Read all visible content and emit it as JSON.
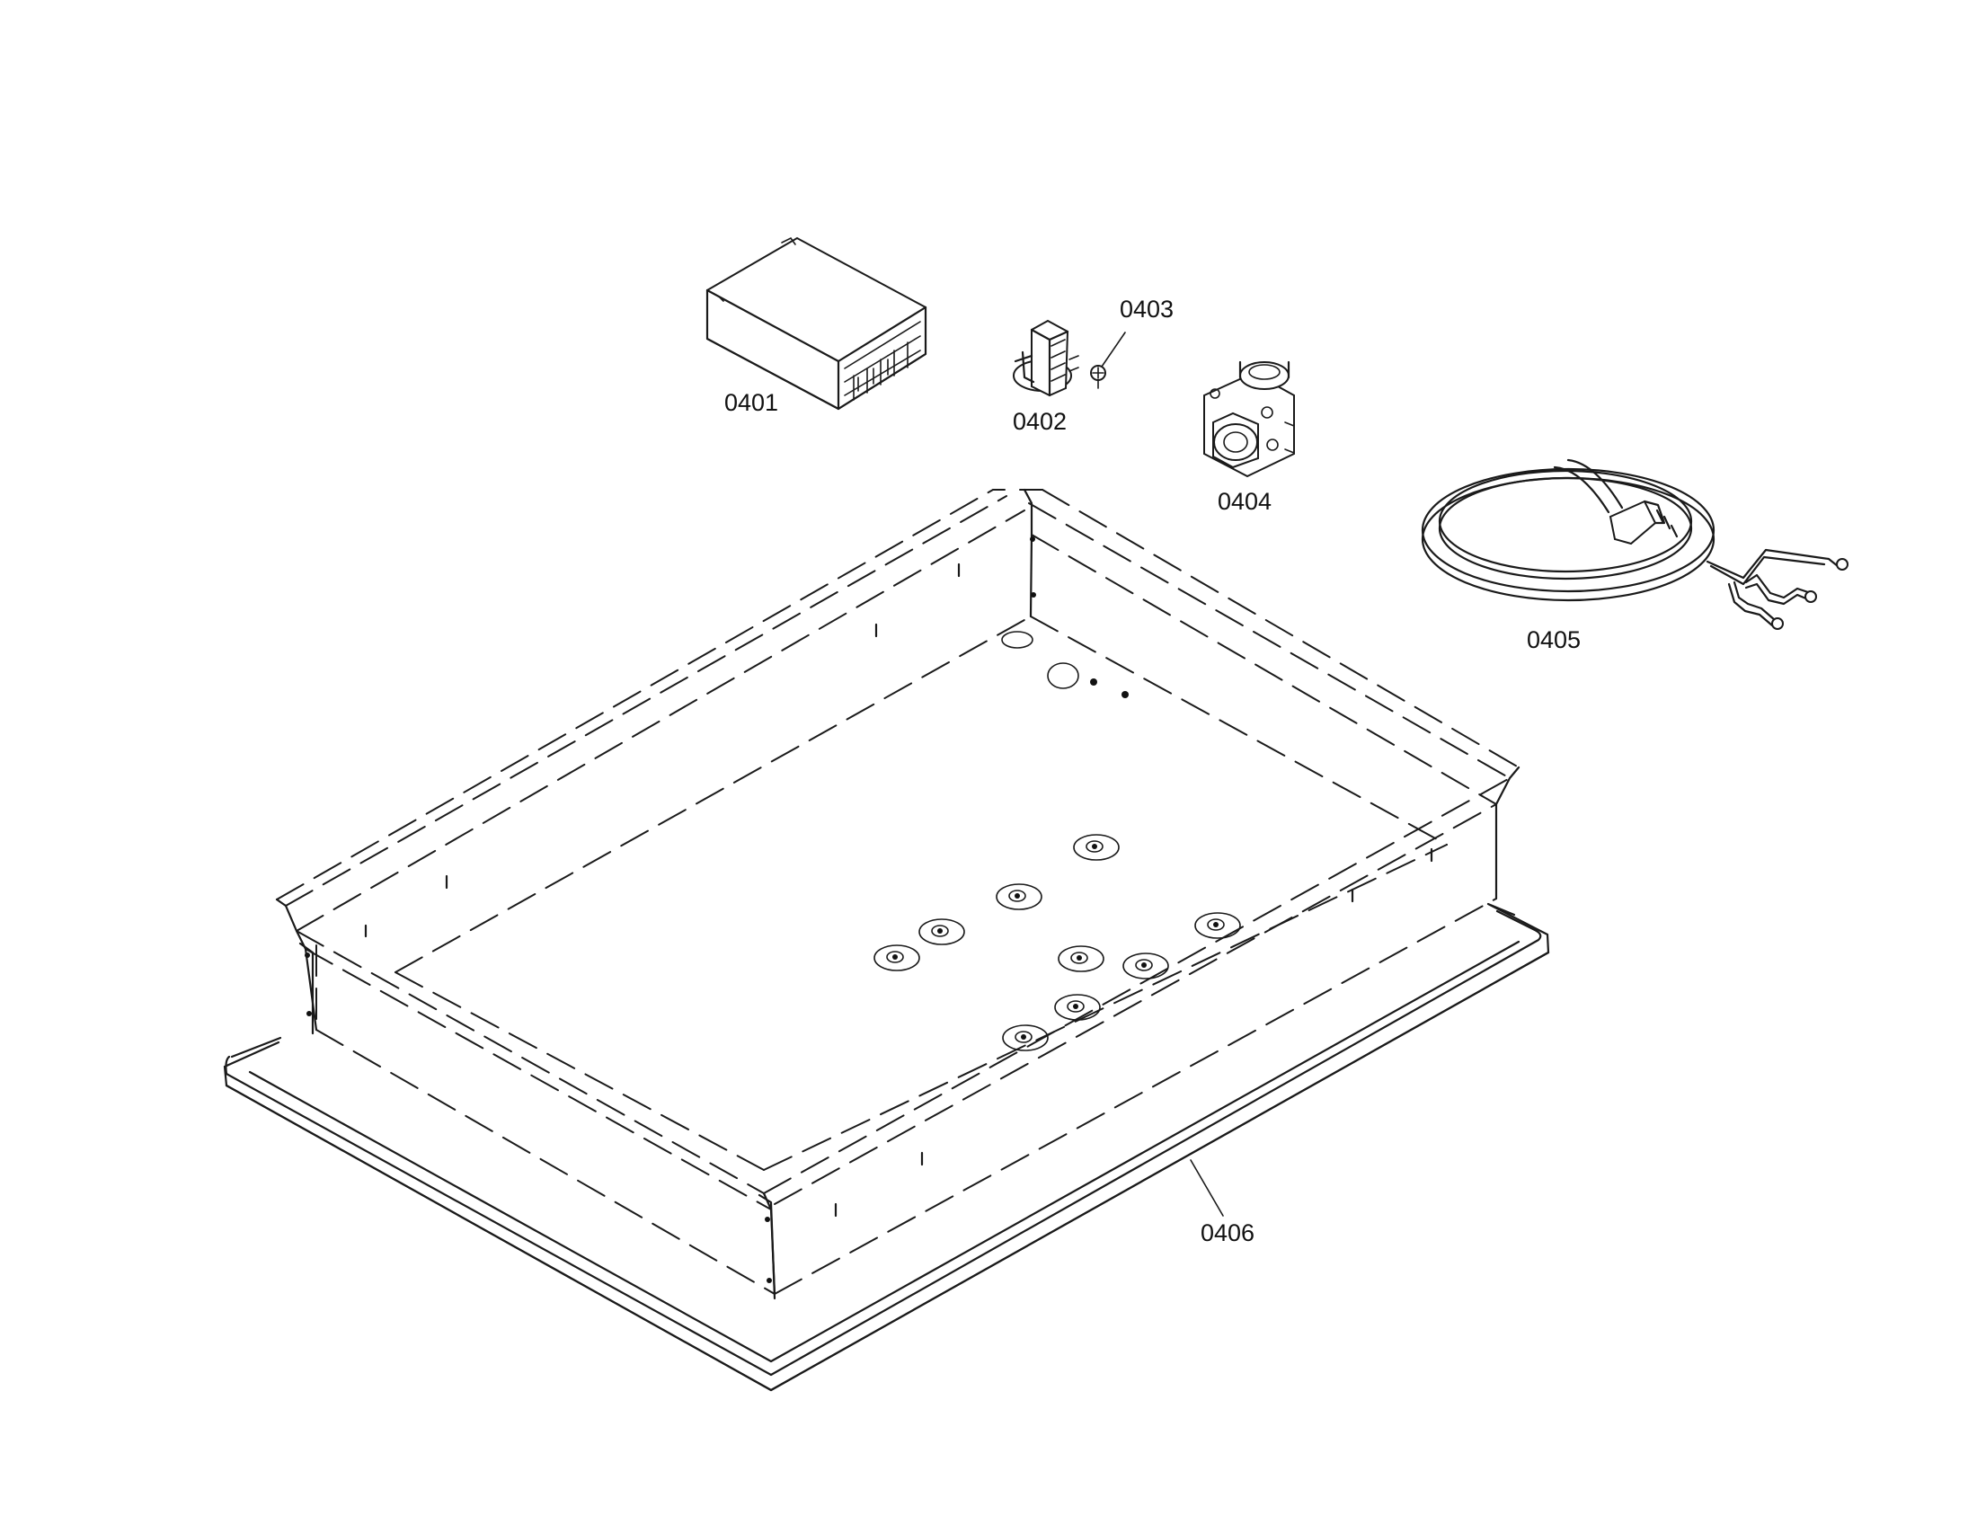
{
  "parts": [
    {
      "id": "control-module",
      "label": "0401"
    },
    {
      "id": "terminal-block",
      "label": "0402"
    },
    {
      "id": "screw",
      "label": "0403"
    },
    {
      "id": "pressure-regulator",
      "label": "0404"
    },
    {
      "id": "power-cord",
      "label": "0405"
    },
    {
      "id": "gasket",
      "label": "0406"
    }
  ]
}
